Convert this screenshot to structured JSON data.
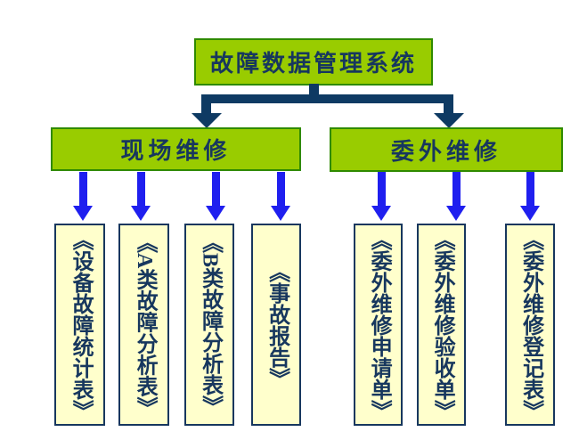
{
  "chart": {
    "root": {
      "label": "故障数据管理系统"
    },
    "branches": [
      {
        "label": "现场维修"
      },
      {
        "label": "委外维修"
      }
    ],
    "leaves": [
      {
        "label": "《设备故障统计表》",
        "branch": "现场维修"
      },
      {
        "label": "《A类故障分析表》",
        "branch": "现场维修"
      },
      {
        "label": "《B类故障分析表》",
        "branch": "现场维修"
      },
      {
        "label": "《事故报告》",
        "branch": "现场维修"
      },
      {
        "label": "《委外维修申请单》",
        "branch": "委外维修"
      },
      {
        "label": "《委外维修验收单》",
        "branch": "委外维修"
      },
      {
        "label": "《委外维修登记表》",
        "branch": "委外维修"
      }
    ],
    "colors": {
      "node_fill": "#99CC00",
      "node_border": "#2F8A00",
      "connector_navy": "#0E3A63",
      "arrow_blue": "#1F1FEF",
      "leaf_fill": "#FFFFCC",
      "leaf_border": "#17375E",
      "text": "#17375E",
      "background": "#FFFFFF"
    }
  }
}
